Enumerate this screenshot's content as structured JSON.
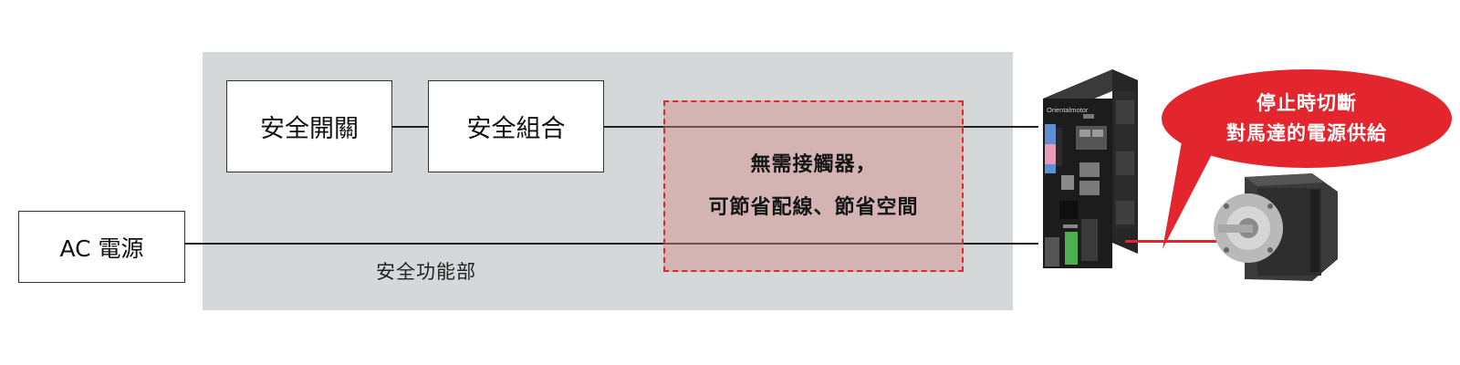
{
  "nodes": {
    "safety_switch": "安全開關",
    "safety_unit": "安全組合",
    "ac_power": "AC 電源"
  },
  "safety_section_label": "安全功能部",
  "benefit_note": {
    "line1": "無需接觸器，",
    "line2": "可節省配線、節省空間"
  },
  "callout": {
    "line1": "停止時切斷",
    "line2": "對馬達的電源供給"
  },
  "driver_brand": "Orientalmotor",
  "colors": {
    "panel_bg": "#d5d8d8",
    "accent_red": "#e0262e",
    "note_fill": "#d28787"
  },
  "icons": {
    "driver": "motor-driver-unit",
    "motor": "stepping-motor"
  }
}
